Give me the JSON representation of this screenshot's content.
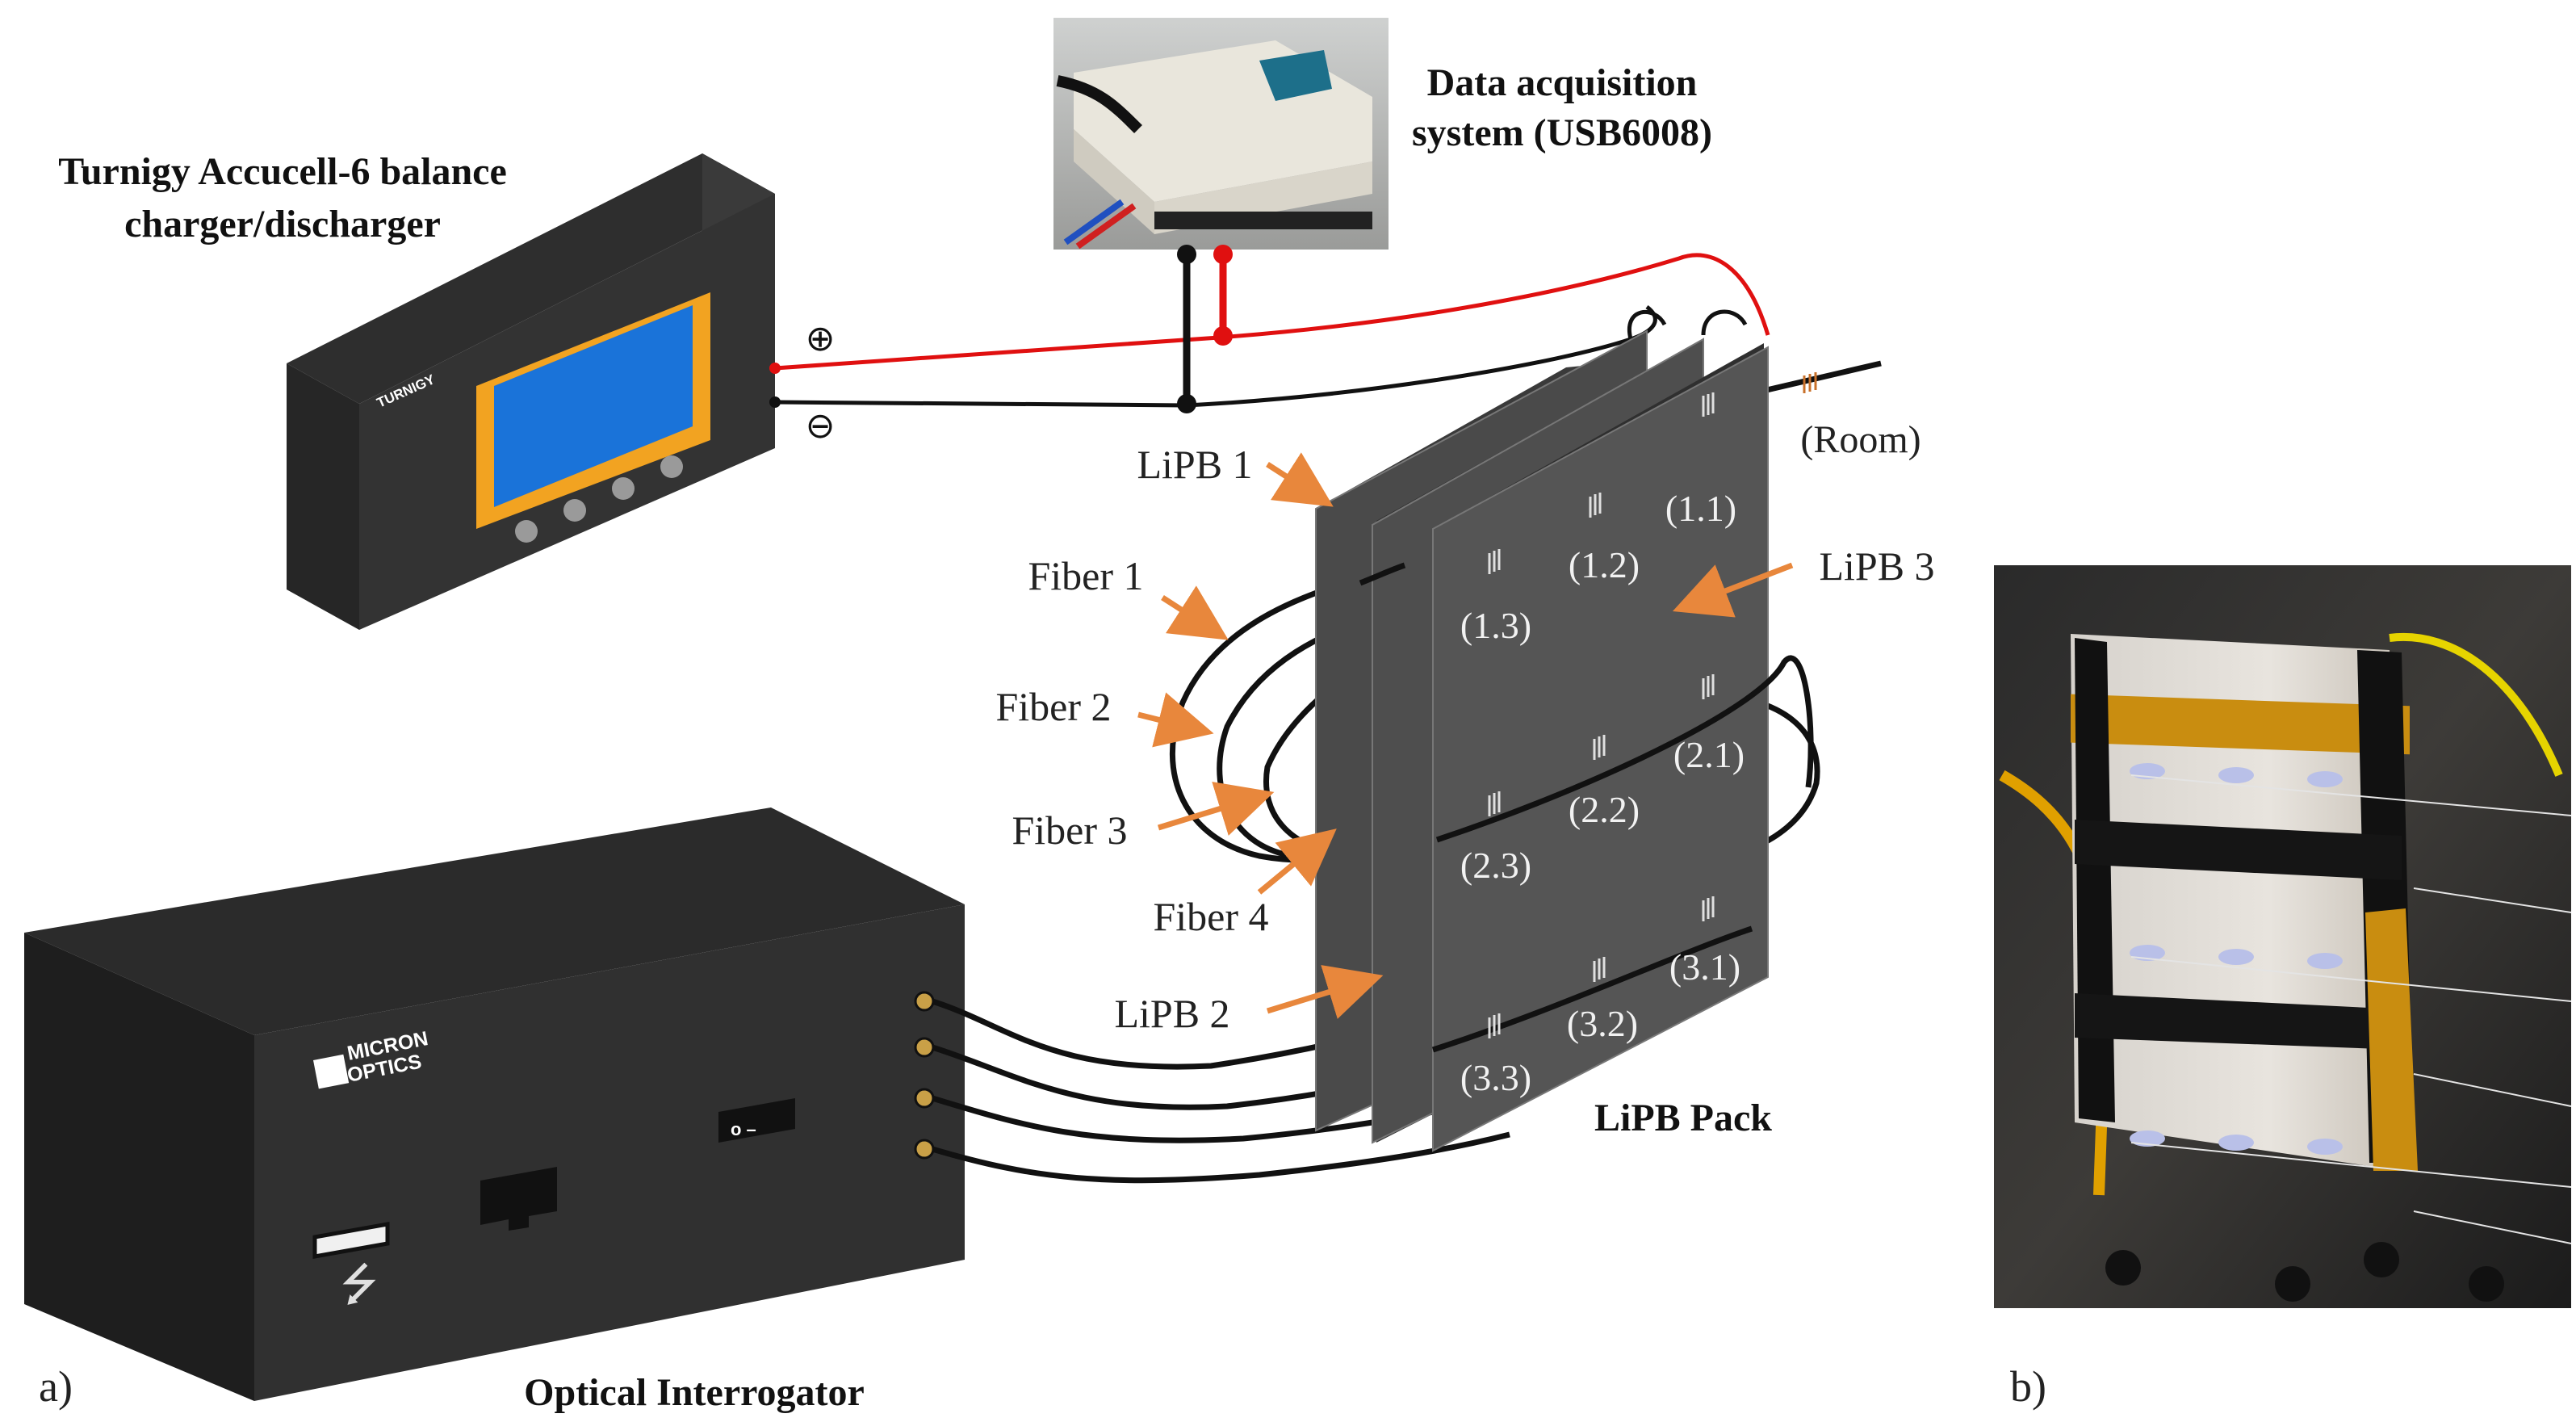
{
  "panel_a": {
    "tag": "a)",
    "charger_title": [
      "Turnigy Accucell-6 balance",
      "charger/discharger"
    ],
    "charger_brand": "TURNIGY",
    "plus_symbol": "⊕",
    "minus_symbol": "⊖",
    "daq_title": [
      "Data acquisition",
      "system (USB6008)"
    ],
    "interrogator_title": "Optical Interrogator",
    "interrogator_brand": [
      "MICRON",
      "OPTICS"
    ],
    "pack_title": "LiPB Pack",
    "battery_labels": {
      "lipb1": "LiPB 1",
      "lipb2": "LiPB 2",
      "lipb3": "LiPB 3"
    },
    "fiber_labels": [
      "Fiber 1",
      "Fiber 2",
      "Fiber 3",
      "Fiber 4"
    ],
    "room_label": "(Room)",
    "sensor_labels": [
      "(1.1)",
      "(1.2)",
      "(1.3)",
      "(2.1)",
      "(2.2)",
      "(2.3)",
      "(3.1)",
      "(3.2)",
      "(3.3)"
    ]
  },
  "panel_b": {
    "tag": "b)"
  },
  "colors": {
    "arrow": "#e8873c",
    "wire_positive": "#e01010",
    "wire_negative": "#111111",
    "charger_frame": "#f2a321",
    "charger_screen": "#1a73d9",
    "battery_face": "#545454",
    "device_dark": "#333333"
  }
}
